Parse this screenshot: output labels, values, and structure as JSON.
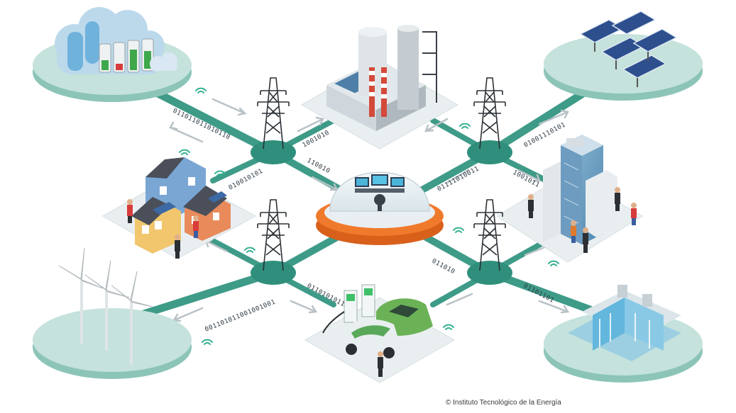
{
  "credit": "© Instituto Tecnológico de la Energía",
  "binary_labels": [
    "011011011010110",
    "1001010",
    "110010",
    "010010101",
    "01001110101",
    "01111010011",
    "1001011",
    "011010",
    "0110101011",
    "01101101",
    "001101011001001001"
  ],
  "colors": {
    "grid_line": "#3e9b88",
    "hub": "#2f8f7c",
    "platform": "#c5e2dc",
    "platform_side": "#8cc5b8",
    "dome_base": "#f07a2c",
    "wifi": "#34b08f"
  },
  "icons": [
    "battery-storage-icon",
    "factory-icon",
    "solar-panel-icon",
    "houses-icon",
    "control-room-icon",
    "office-building-icon",
    "wind-turbine-icon",
    "ev-charging-icon",
    "hydro-dam-icon",
    "transmission-tower-icon",
    "wifi-icon"
  ]
}
